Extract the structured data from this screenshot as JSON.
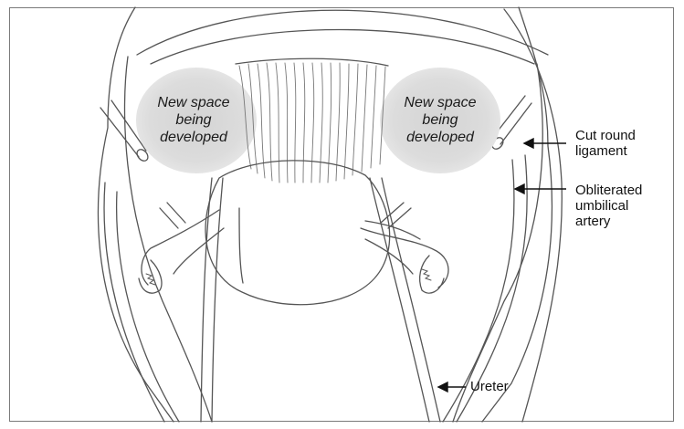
{
  "spaces": {
    "left": "New space being developed",
    "right": "New space being developed"
  },
  "labels": {
    "round_ligament": "Cut round ligament",
    "umbilical_artery": "Obliterated umbilical artery",
    "ureter": "Ureter"
  }
}
